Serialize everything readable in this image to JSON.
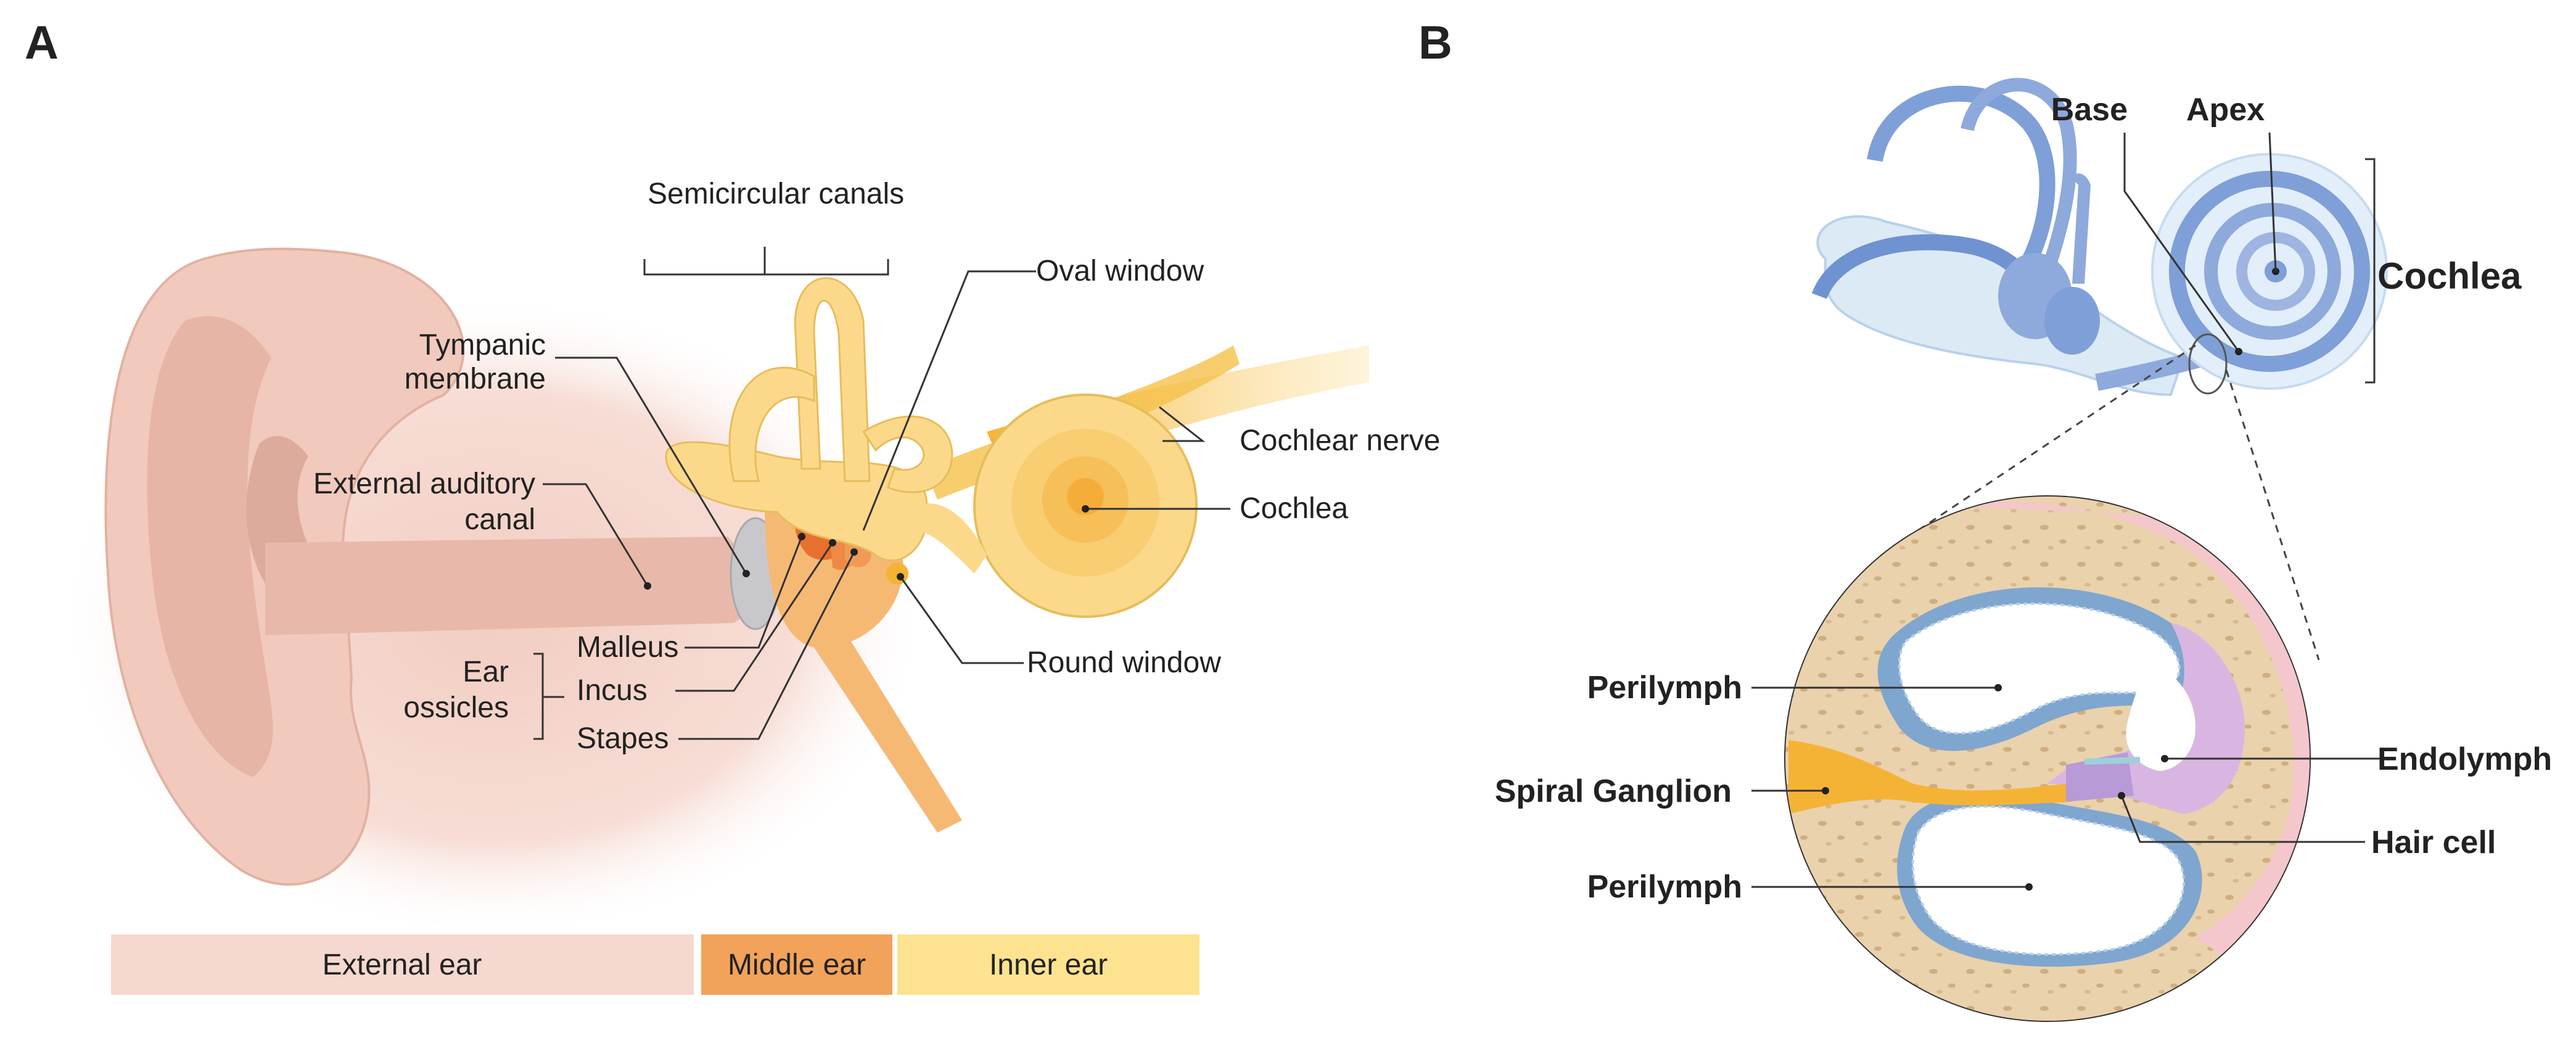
{
  "panels": {
    "a": "A",
    "b": "B"
  },
  "labels_a": {
    "semicircular_canals": "Semicircular canals",
    "oval_window": "Oval window",
    "tympanic_membrane_1": "Tympanic",
    "tympanic_membrane_2": "membrane",
    "cochlear_nerve": "Cochlear nerve",
    "external_canal_1": "External auditory",
    "external_canal_2": "canal",
    "cochlea": "Cochlea",
    "malleus": "Malleus",
    "incus": "Incus",
    "stapes": "Stapes",
    "ear_ossicles_1": "Ear",
    "ear_ossicles_2": "ossicles",
    "round_window": "Round window"
  },
  "region_bar": {
    "external": "External ear",
    "middle": "Middle ear",
    "inner": "Inner ear"
  },
  "labels_b": {
    "base": "Base",
    "apex": "Apex",
    "cochlea": "Cochlea",
    "perilymph_top": "Perilymph",
    "endolymph": "Endolymph",
    "spiral_ganglion": "Spiral Ganglion",
    "hair_cell": "Hair cell",
    "perilymph_bottom": "Perilymph"
  },
  "colors": {
    "external_ear": "#f5d8cf",
    "middle_ear": "#f3a25a",
    "inner_ear": "#fde38f",
    "cochlea_blue": "#8ea9db",
    "bone": "#ead2ad"
  }
}
